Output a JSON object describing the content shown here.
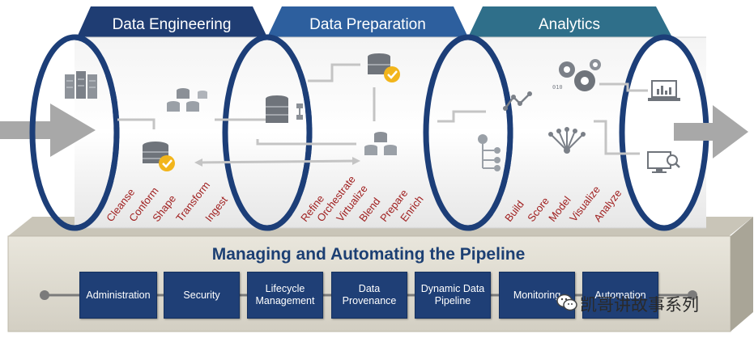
{
  "headers": [
    {
      "label": "Data Engineering",
      "color": "#1f3d73"
    },
    {
      "label": "Data Preparation",
      "color": "#2d5f9e"
    },
    {
      "label": "Analytics",
      "color": "#2f6f8a"
    }
  ],
  "stage_labels": {
    "engineering": [
      "Cleanse",
      "Conform",
      "Shape",
      "Transform",
      "Ingest"
    ],
    "preparation": [
      "Refine",
      "Orchestrate",
      "Virtualize",
      "Blend",
      "Prepare",
      "Enrich"
    ],
    "analytics": [
      "Build",
      "Score",
      "Model",
      "Visualize",
      "Analyze"
    ]
  },
  "base": {
    "title": "Managing and Automating the Pipeline",
    "buttons": [
      {
        "lines": [
          "Administration"
        ]
      },
      {
        "lines": [
          "Security"
        ]
      },
      {
        "lines": [
          "Lifecycle",
          "Management"
        ]
      },
      {
        "lines": [
          "Data",
          "Provenance"
        ]
      },
      {
        "lines": [
          "Dynamic Data",
          "Pipeline"
        ]
      },
      {
        "lines": [
          "Monitoring"
        ]
      },
      {
        "lines": [
          "Automation"
        ]
      }
    ]
  },
  "watermark": {
    "text": "凯哥讲故事系列"
  },
  "icons": [
    "server-rack-icon",
    "database-check-icon",
    "database-cluster-icon",
    "database-process-icon",
    "line-graph-icon",
    "gears-icon",
    "hierarchy-icon",
    "network-fan-icon",
    "laptop-chart-icon",
    "monitor-search-icon"
  ],
  "colors": {
    "accent_red": "#a02020",
    "navy": "#1f3f76",
    "check_gold": "#f2b51c",
    "base_beige": "#dcd9cf"
  }
}
